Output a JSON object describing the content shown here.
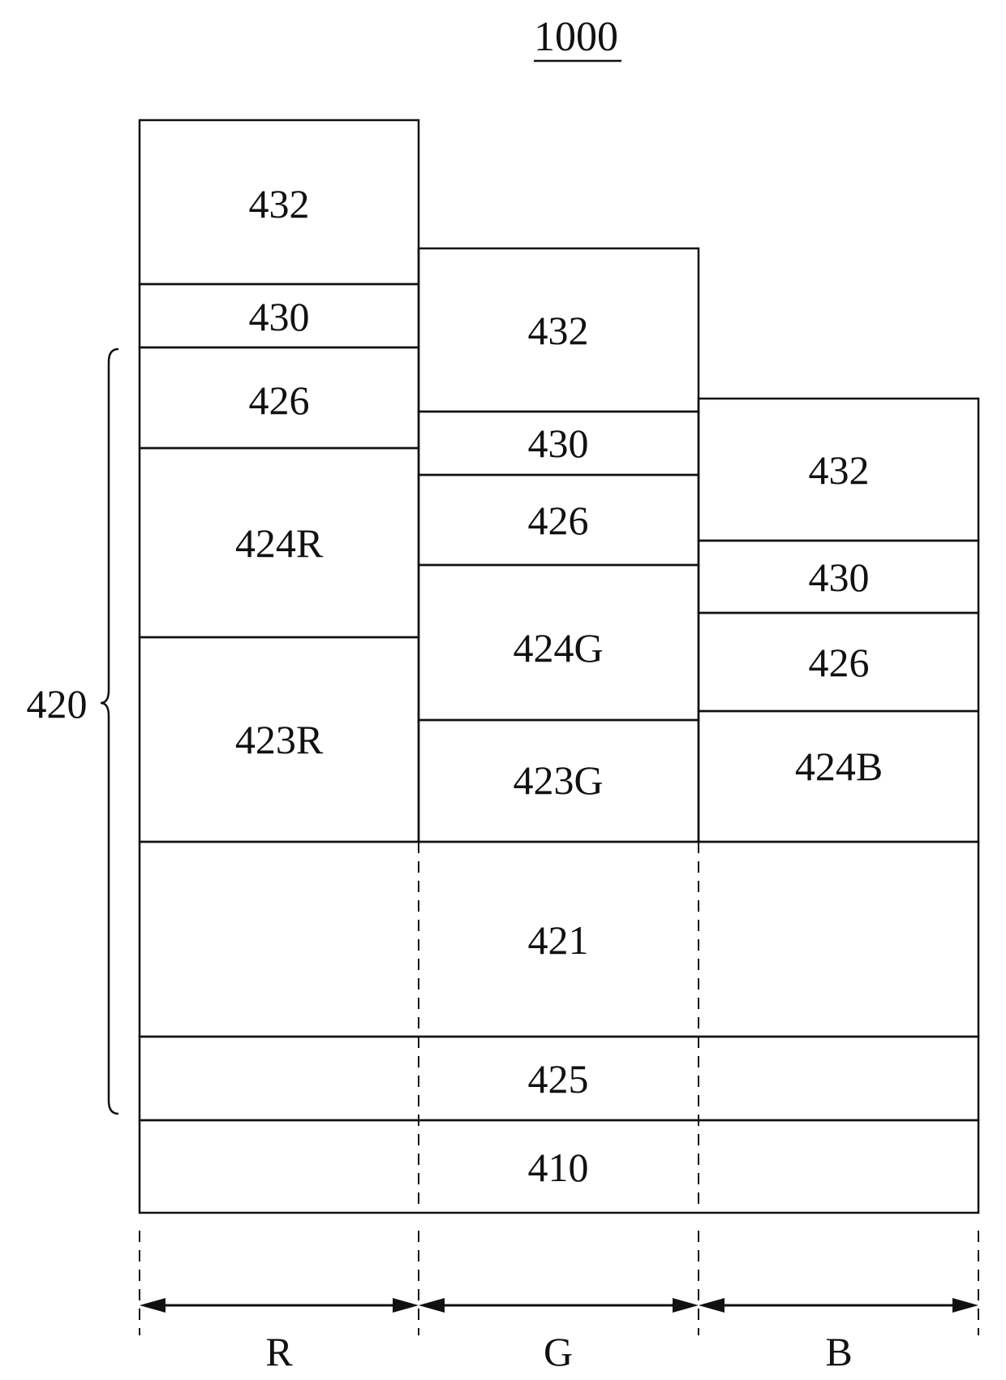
{
  "figure": {
    "number": "1000",
    "bracket_label": "420",
    "regions": [
      "R",
      "G",
      "B"
    ],
    "layers": {
      "l432_r": "432",
      "l430_r": "430",
      "l426_r": "426",
      "l424_r": "424R",
      "l423_r": "423R",
      "l432_g": "432",
      "l430_g": "430",
      "l426_g": "426",
      "l424_g": "424G",
      "l423_g": "423G",
      "l432_b": "432",
      "l430_b": "430",
      "l426_b": "426",
      "l424_b": "424B",
      "l421": "421",
      "l425": "425",
      "l410": "410"
    }
  }
}
